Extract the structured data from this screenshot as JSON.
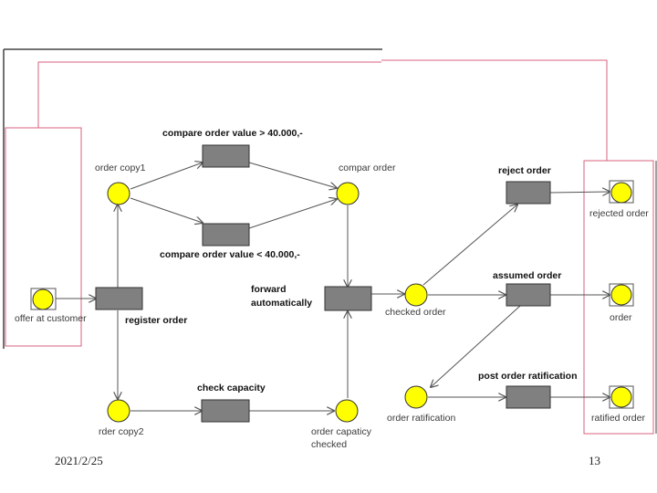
{
  "places": {
    "offer_at_customer": "offer at customer",
    "order_copy1": "order copy1",
    "order_copy2": "rder copy2",
    "compar_order": "compar order",
    "order_capacity_checked_1": "order capaticy",
    "order_capacity_checked_2": "checked",
    "checked_order": "checked order",
    "order_ratification": "order ratification",
    "rejected_order": "rejected order",
    "order": "order",
    "ratified_order": "ratified order"
  },
  "transitions": {
    "register_order": "register order",
    "compare_gt": "compare order value > 40.000,-",
    "compare_lt": "compare order value < 40.000,-",
    "check_capacity": "check capacity",
    "forward_1": "forward",
    "forward_2": "automatically",
    "reject_order": "reject order",
    "assumed_order": "assumed order",
    "post_order_ratification": "post order ratification"
  },
  "footer": {
    "date": "2021/2/25",
    "page": "13"
  },
  "colors": {
    "place_fill": "#ffff00",
    "transition_fill": "#808080",
    "boundary": "#d9607f",
    "arc": "#555555"
  }
}
